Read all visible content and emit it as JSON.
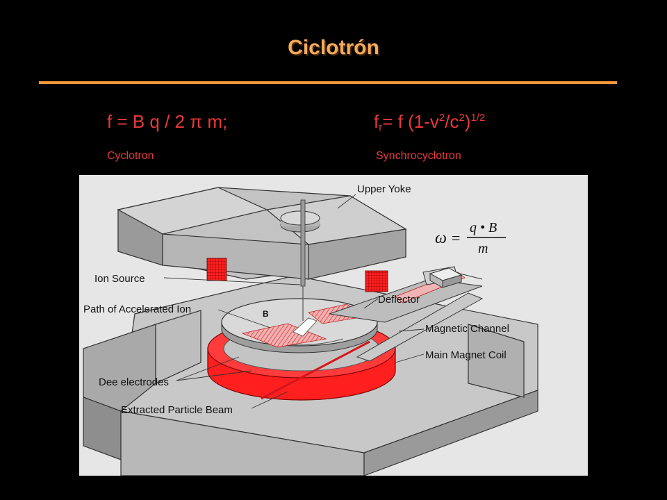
{
  "slide": {
    "title": "Ciclotrón",
    "formula_left": {
      "text": "f = B q / 2 π m;"
    },
    "formula_right": {
      "f": "f",
      "r": "r",
      "eq": "= f (1-v",
      "sup2a": "2",
      "slash": "/c",
      "sup2b": "2",
      "close": ")",
      "exp": "1/2"
    },
    "caption_left": "Cyclotron",
    "caption_right": "Synchrocyclotron"
  },
  "diagram": {
    "labels": {
      "upper_yoke": "Upper Yoke",
      "ion_source": "Ion Source",
      "path": "Path of Accelerated Ion",
      "deflector": "Deflector",
      "magnetic_channel": "Magnetic Channel",
      "main_coil": "Main Magnet Coil",
      "dee": "Dee electrodes",
      "beam": "Extracted Particle Beam",
      "b_field": "B"
    },
    "equation": {
      "omega": "ω",
      "equals": "=",
      "numerator": "q • B",
      "denominator": "m"
    }
  },
  "colors": {
    "title": "#f5ab5a",
    "rule": "#f39a3a",
    "formula": "#e8393a",
    "coil": "#ff2a2a",
    "figure_bg": "#e6e6e6"
  }
}
